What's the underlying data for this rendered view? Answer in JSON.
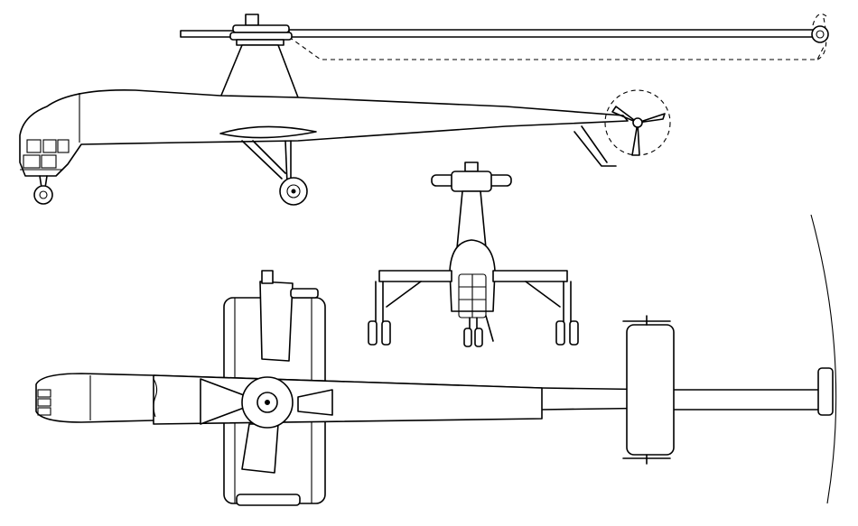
{
  "drawing": {
    "views": [
      "side-view",
      "front-view",
      "top-view"
    ]
  },
  "colors": {
    "line": "#000000",
    "background": "#ffffff"
  }
}
